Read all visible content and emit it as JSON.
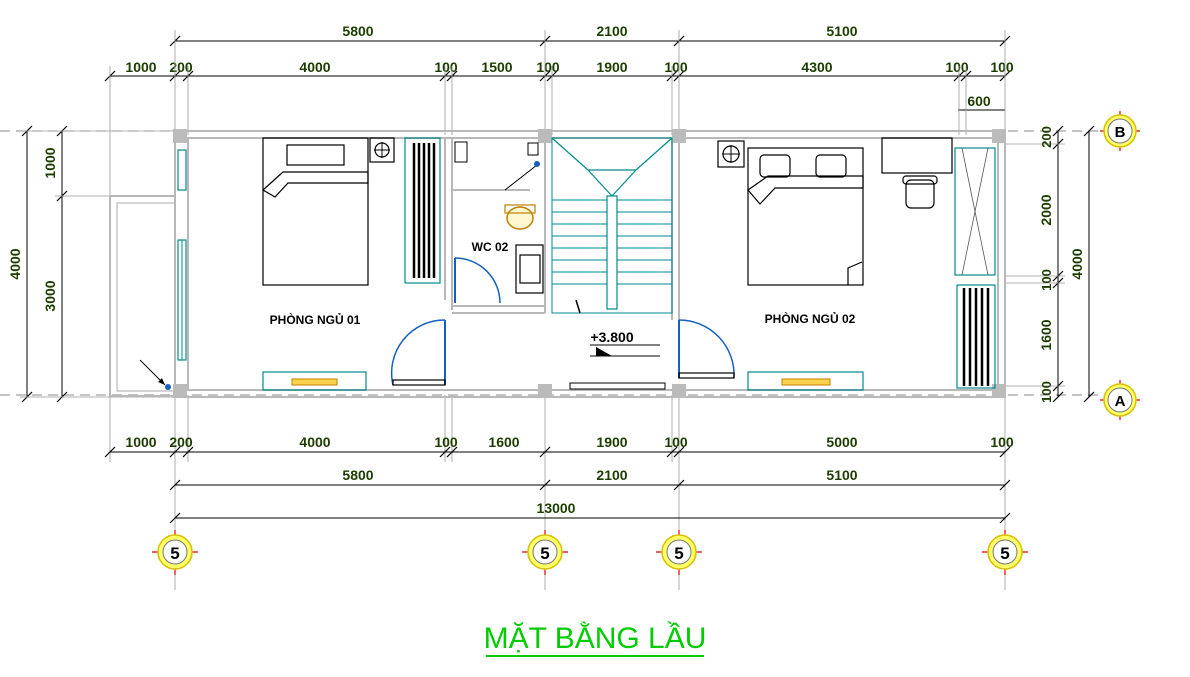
{
  "title": "MẶT BẰNG LẦU",
  "rooms": {
    "bedroom1": "PHÒNG NGỦ 01",
    "bedroom2": "PHÒNG NGỦ 02",
    "wc": "WC 02",
    "level": "+3.800"
  },
  "top_dims": {
    "row1": [
      "5800",
      "2100",
      "5100"
    ],
    "row2": [
      "1000",
      "200",
      "4000",
      "100",
      "1500",
      "100",
      "1900",
      "100",
      "4300",
      "100",
      "100"
    ],
    "extra": "600"
  },
  "bottom_dims": {
    "row1": [
      "1000",
      "200",
      "4000",
      "100",
      "1600",
      "1900",
      "100",
      "5000",
      "100"
    ],
    "row2": [
      "5800",
      "2100",
      "5100"
    ],
    "total": "13000"
  },
  "left_dims": {
    "outer": "4000",
    "inner": [
      "1000",
      "3000"
    ]
  },
  "right_dims": {
    "inner": [
      "200",
      "2000",
      "100",
      "1600",
      "100"
    ],
    "outer": "4000"
  },
  "grid_bubbles": {
    "rows": [
      "B",
      "A"
    ],
    "columns": [
      "5",
      "5",
      "5",
      "5"
    ]
  }
}
